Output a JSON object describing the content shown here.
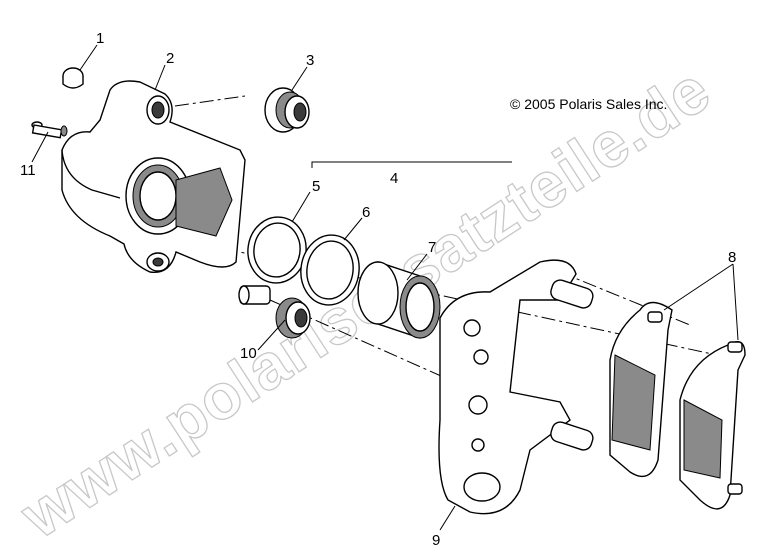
{
  "copyright": "© 2005 Polaris Sales Inc.",
  "watermark": "www.polarisersatzteile.de",
  "callouts": [
    "1",
    "2",
    "3",
    "4",
    "5",
    "6",
    "7",
    "8",
    "9",
    "10",
    "11"
  ]
}
